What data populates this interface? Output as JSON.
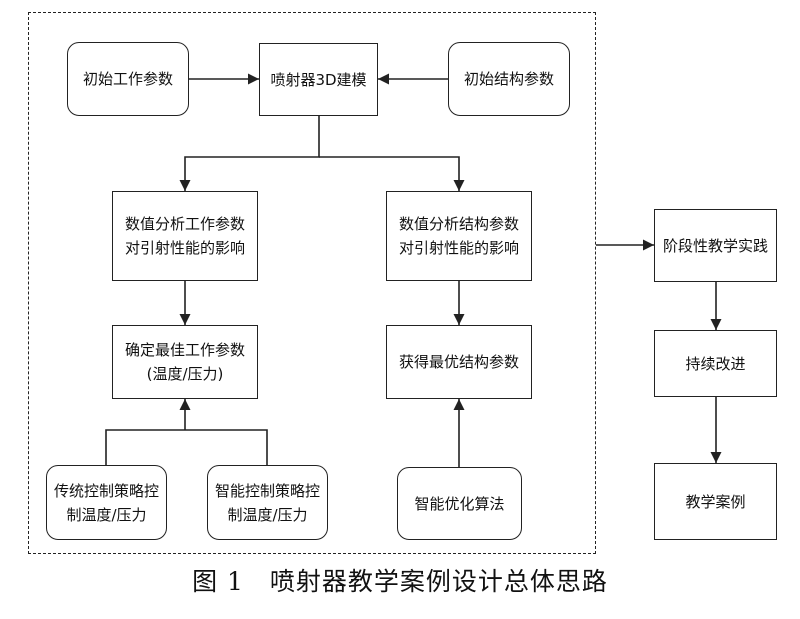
{
  "nodes": {
    "init_work": {
      "lines": [
        "初始工作参数"
      ]
    },
    "modeling": {
      "lines": [
        "喷射器3D建模"
      ]
    },
    "init_struct": {
      "lines": [
        "初始结构参数"
      ]
    },
    "analyze_work": {
      "lines": [
        "数值分析工作参数",
        "对引射性能的影响"
      ]
    },
    "analyze_struct": {
      "lines": [
        "数值分析结构参数",
        "对引射性能的影响"
      ]
    },
    "best_work": {
      "lines": [
        "确定最佳工作参数",
        "(温度/压力)"
      ]
    },
    "best_struct": {
      "lines": [
        "获得最优结构参数"
      ]
    },
    "trad_ctrl": {
      "lines": [
        "传统控制策略控",
        "制温度/压力"
      ]
    },
    "smart_ctrl": {
      "lines": [
        "智能控制策略控",
        "制温度/压力"
      ]
    },
    "smart_opt": {
      "lines": [
        "智能优化算法"
      ]
    },
    "stage_practice": {
      "lines": [
        "阶段性教学实践"
      ]
    },
    "improve": {
      "lines": [
        "持续改进"
      ]
    },
    "case": {
      "lines": [
        "教学案例"
      ]
    }
  },
  "caption": "图 1　喷射器教学案例设计总体思路"
}
